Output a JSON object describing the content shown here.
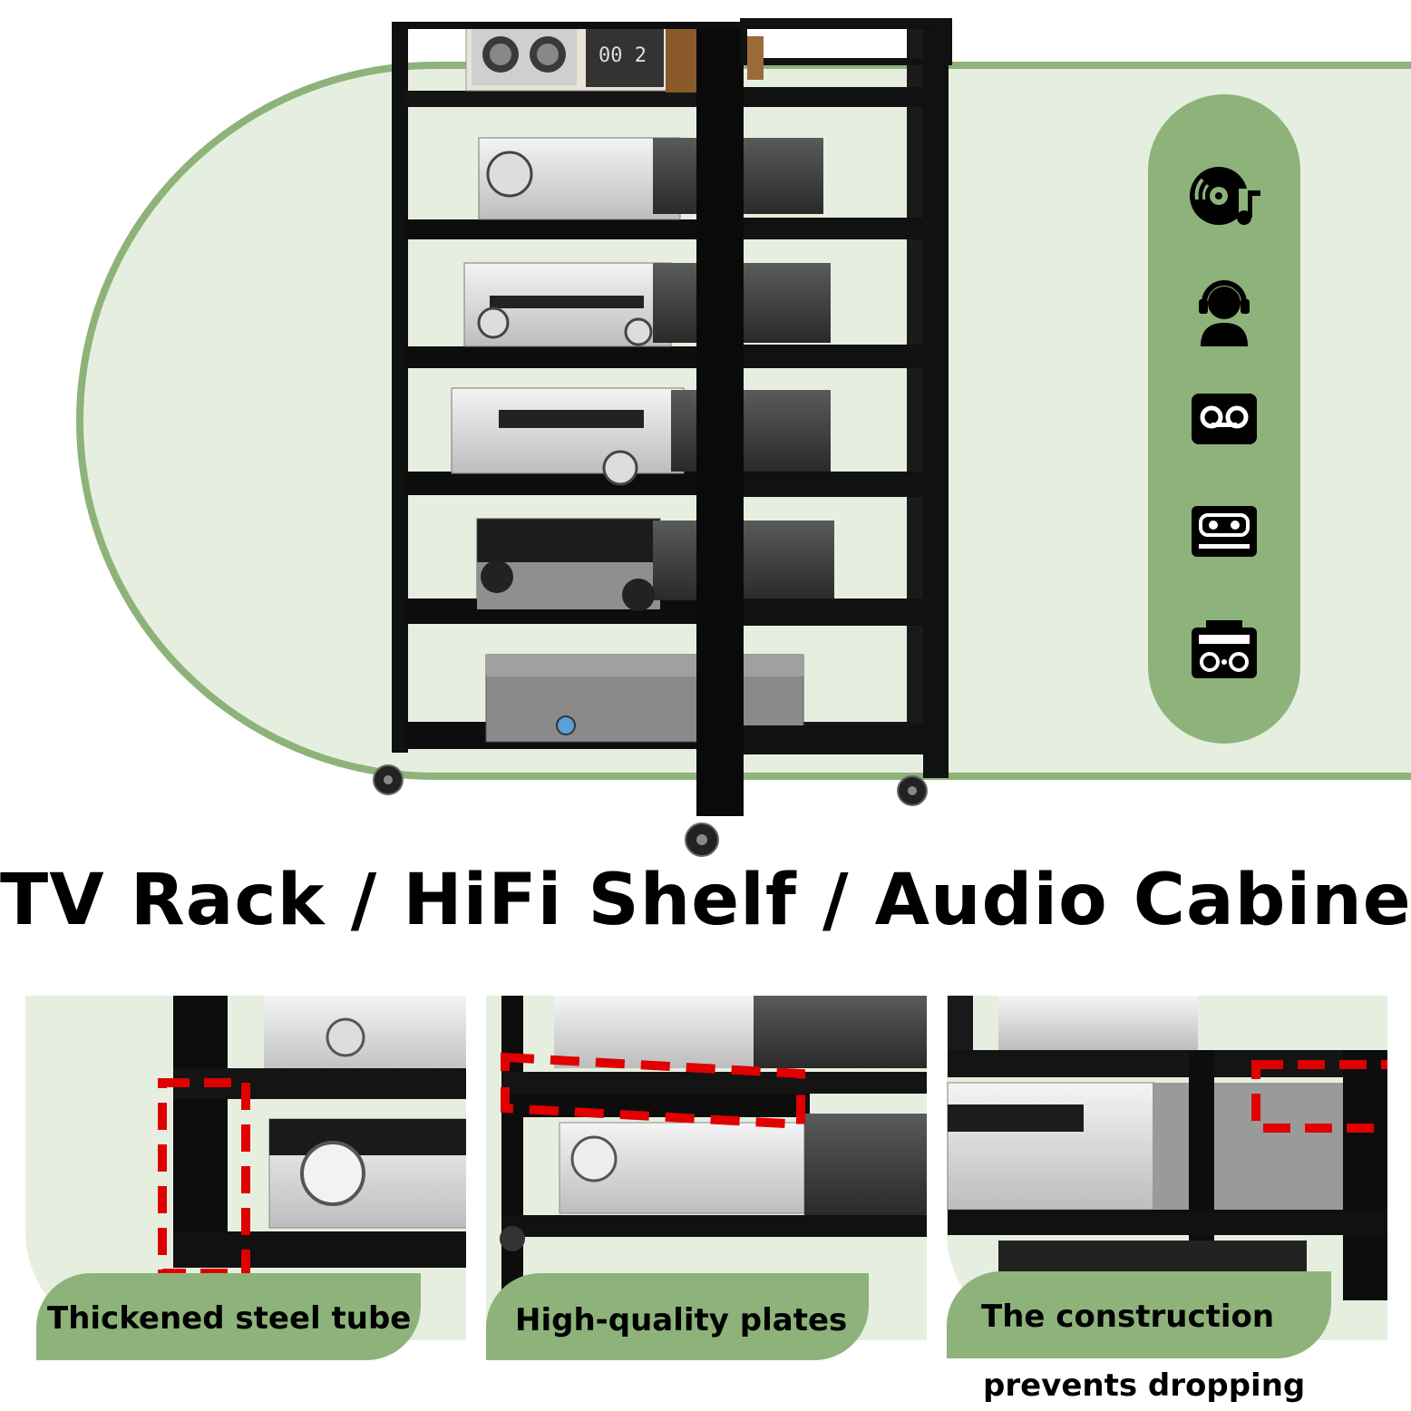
{
  "title": "TV Rack / HiFi Shelf / Audio Cabinet",
  "icons": [
    "vinyl-music-icon",
    "headset-user-icon",
    "voicemail-tape-icon",
    "cassette-icon",
    "boombox-icon"
  ],
  "features": [
    {
      "label": "Thickened steel tube"
    },
    {
      "label": "High-quality plates"
    },
    {
      "label_line1": "The construction",
      "label_line2": "prevents dropping"
    }
  ],
  "colors": {
    "accent_green": "#8db37a",
    "light_green": "#e6efdf",
    "frame_black": "#111111",
    "highlight_red": "#e00000"
  }
}
